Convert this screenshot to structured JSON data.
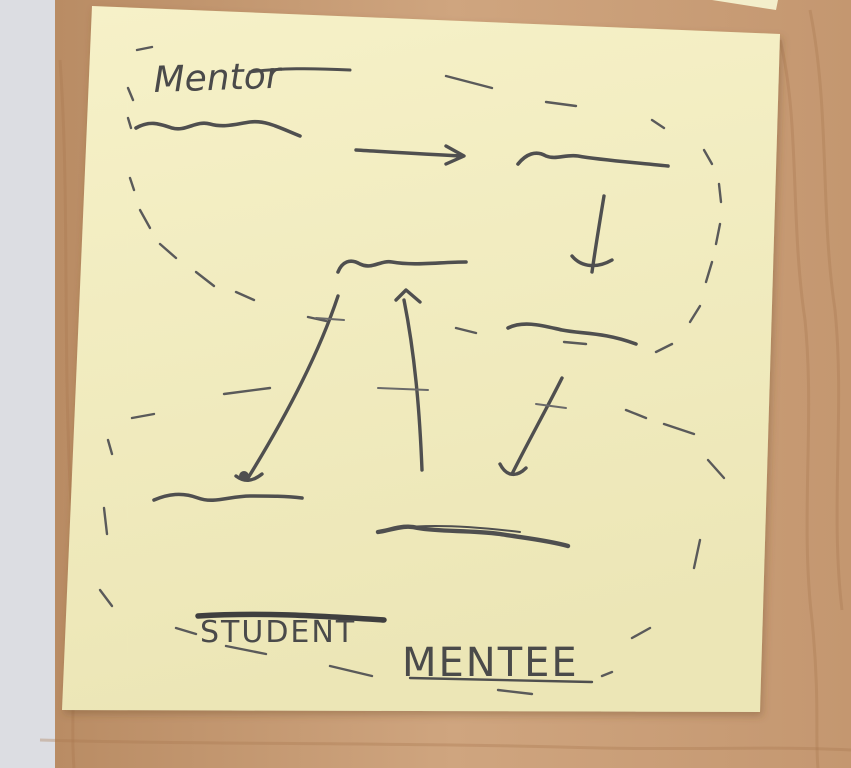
{
  "photo": {
    "subject": "sticky-note-sketch",
    "colors": {
      "note": "#f4efc2",
      "wood": "#c9a27c",
      "wall": "#dcdde2",
      "pencil": "#4f4f4f"
    },
    "labels": {
      "top_label": "Mentor",
      "crossed_word": "STUDENT",
      "bottom_label": "MENTEE"
    }
  }
}
